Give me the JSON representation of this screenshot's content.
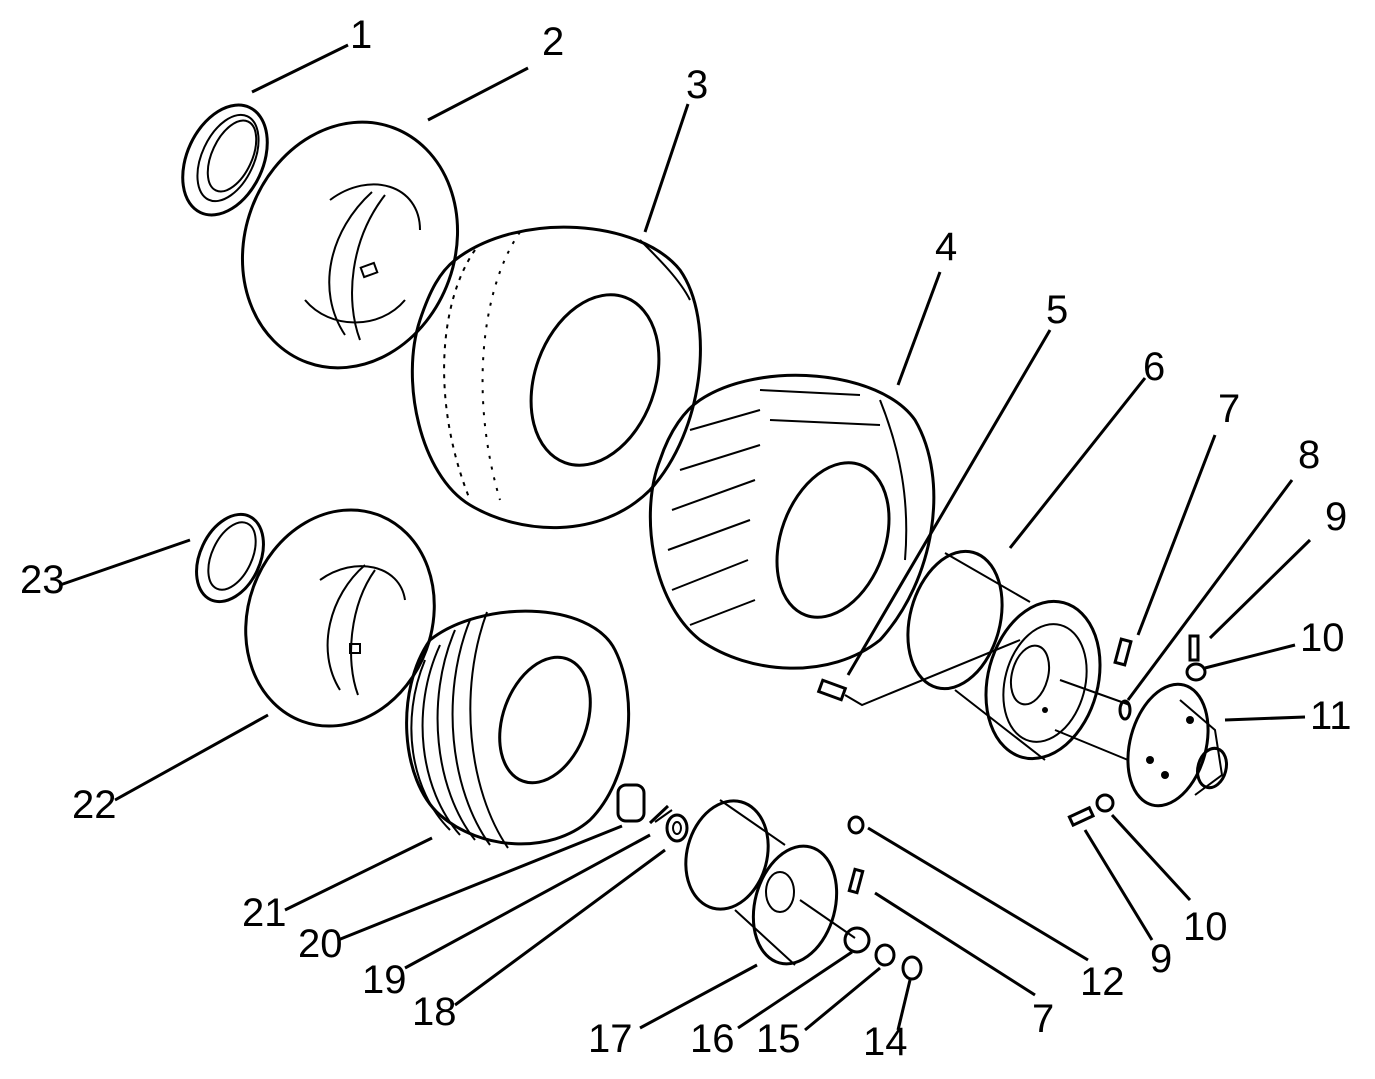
{
  "labels": {
    "l1": "1",
    "l2": "2",
    "l3": "3",
    "l4": "4",
    "l5": "5",
    "l6": "6",
    "l7a": "7",
    "l7b": "7",
    "l8": "8",
    "l9a": "9",
    "l9b": "9",
    "l10a": "10",
    "l10b": "10",
    "l11": "11",
    "l12": "12",
    "l14": "14",
    "l15": "15",
    "l16": "16",
    "l17": "17",
    "l18": "18",
    "l19": "19",
    "l20": "20",
    "l21": "21",
    "l22": "22",
    "l23": "23"
  }
}
